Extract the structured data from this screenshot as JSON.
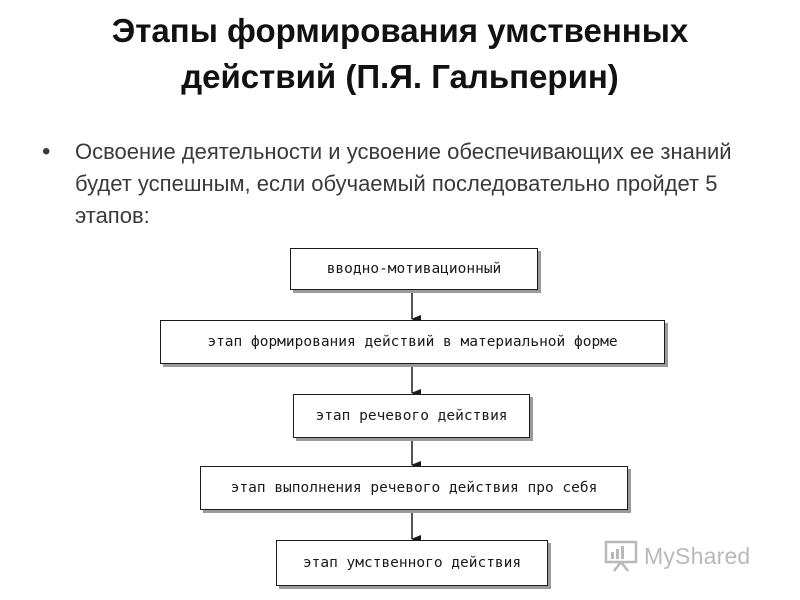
{
  "title": "Этапы формирования умственных действий (П.Я. Гальперин)",
  "bullet": {
    "symbol": "•",
    "text": "Освоение деятельности и усвоение обеспечивающих ее знаний будет успешным, если обучаемый последовательно пройдет 5 этапов:"
  },
  "stages": [
    "вводно-мотивационный",
    "этап формирования действий в материальной форме",
    "этап речевого действия",
    "этап выполнения речевого действия про себя",
    "этап умственного  действия"
  ],
  "watermark": {
    "text": "MyShared",
    "icon": "presentation-board-icon"
  },
  "colors": {
    "text": "#1a1a1a",
    "body_text": "#3a3a3a",
    "border": "#1a1a1a",
    "shadow": "#9a9a9a",
    "watermark": "#b9b9b9"
  }
}
